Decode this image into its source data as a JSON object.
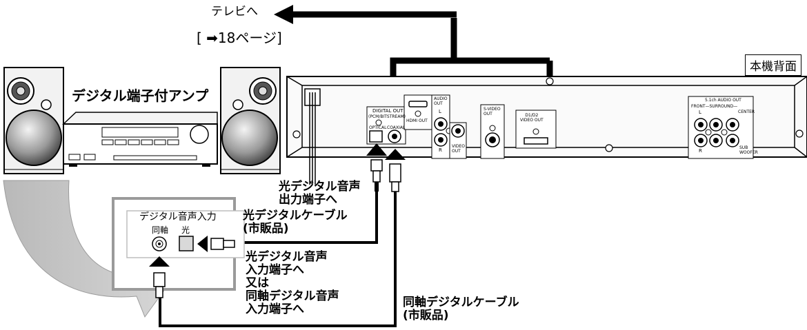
{
  "to_tv": "テレビへ",
  "page_ref": "[ ➡18ページ]",
  "amp_label": "デジタル端子付アンプ",
  "back_label": "本機背面",
  "optical_out_label": "光デジタル音声\n出力端子へ",
  "amp_box": {
    "title": "デジタル音声入力",
    "coax": "同軸",
    "optical": "光"
  },
  "optical_cable_label": "光デジタルケーブル\n(市販品)",
  "amp_input_label": "光デジタル音声\n入力端子へ\n又は\n同軸デジタル音声\n入力端子へ",
  "coax_cable_label": "同軸デジタルケーブル\n(市販品)",
  "rear_panel": {
    "digital_out": "DIGITAL OUT",
    "digital_out_sub": "(PCM/BITSTREAM)",
    "optical": "OPTICAL",
    "coaxial": "COAXIAL",
    "hdmi_out": "HDMI OUT",
    "audio_out": "AUDIO\nOUT",
    "audio_l": "L",
    "audio_r": "R",
    "video_out": "VIDEO\nOUT",
    "s_video_out": "S-VIDEO\nOUT",
    "d1d2_video_out": "D1/D2\nVIDEO OUT",
    "ch51_audio_out": "5.1ch AUDIO OUT",
    "front_surround": "FRONT—SURROUND—",
    "ch51_l": "L",
    "ch51_r": "R",
    "center": "CENTER",
    "subwoofer": "SUB\nWOOFER"
  }
}
